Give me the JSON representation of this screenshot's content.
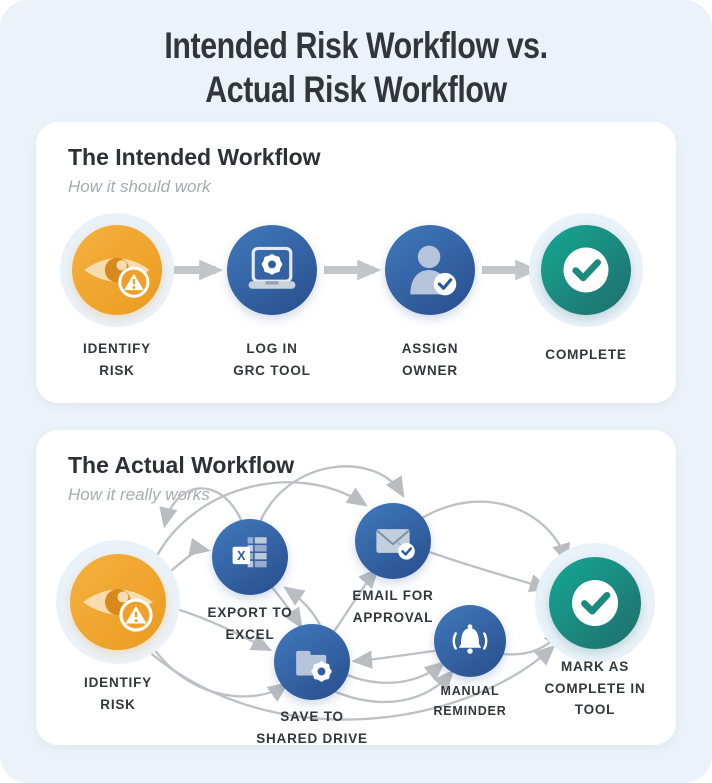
{
  "title": {
    "line1": "Intended Risk Workflow vs.",
    "line2": "Actual Risk Workflow"
  },
  "intended": {
    "heading": "The Intended Workflow",
    "subtitle": "How it should work",
    "steps": [
      {
        "label": "IDENTIFY\nRISK",
        "icon": "risk-eye-icon"
      },
      {
        "label": "LOG IN\nGRC TOOL",
        "icon": "grc-laptop-gear-icon"
      },
      {
        "label": "ASSIGN\nOWNER",
        "icon": "owner-person-check-icon"
      },
      {
        "label": "COMPLETE",
        "icon": "complete-check-icon"
      }
    ]
  },
  "actual": {
    "heading": "The Actual Workflow",
    "subtitle": "How it really works",
    "nodes": [
      {
        "label": "IDENTIFY\nRISK",
        "icon": "risk-eye-icon"
      },
      {
        "label": "EXPORT TO\nEXCEL",
        "icon": "excel-spreadsheet-icon"
      },
      {
        "label": "EMAIL FOR\nAPPROVAL",
        "icon": "email-approval-icon"
      },
      {
        "label": "SAVE TO\nSHARED DRIVE",
        "icon": "shared-drive-folder-gear-icon"
      },
      {
        "label": "MANUAL\nREMINDER",
        "icon": "reminder-bell-icon"
      },
      {
        "label": "MARK AS\nCOMPLETE IN\nTOOL",
        "icon": "complete-check-icon"
      }
    ]
  },
  "colors": {
    "background": "#ECF2F9",
    "panel": "#FFFFFF",
    "heading": "#2D3036",
    "subtitle": "#A7ABB1",
    "label": "#33373D",
    "straight_arrow": "#C3C6C9",
    "tangle_curve": "#BDC0C4",
    "orange": "#F0A42E",
    "blue": "#34639F",
    "teal": "#1B9284",
    "halo": "#EAF2F9"
  }
}
